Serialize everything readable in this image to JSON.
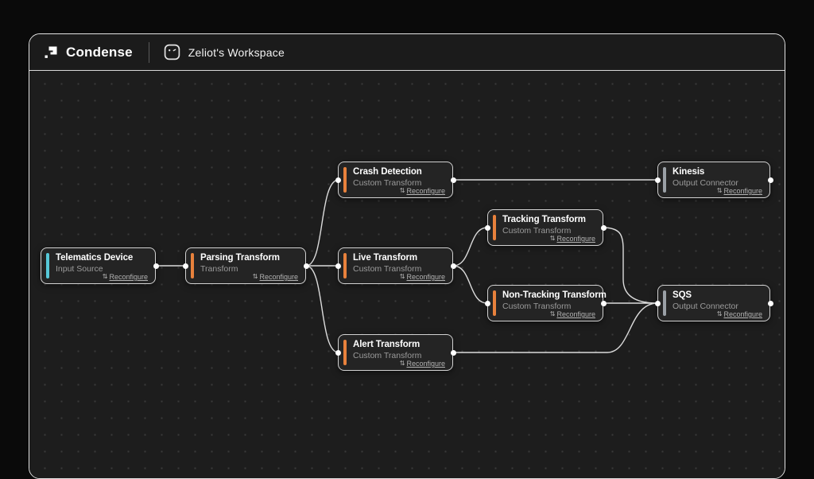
{
  "header": {
    "brand": "Condense",
    "workspace_name": "Zeliot's Workspace"
  },
  "ui": {
    "reconfigure_icon": "⇅",
    "reconfigure_label": "Reconfigure"
  },
  "colors": {
    "accent_input": "#56c8d8",
    "accent_transform": "#e8813c",
    "accent_output": "#9aa0a6",
    "edge": "#dcdcdc",
    "node_border": "#d2d2d2",
    "node_bg": "#242424",
    "canvas_bg": "#1d1d1d"
  },
  "nodes": [
    {
      "id": "telematics-device",
      "title": "Telematics Device",
      "subtitle": "Input Source",
      "category": "input"
    },
    {
      "id": "parsing-transform",
      "title": "Parsing Transform",
      "subtitle": "Transform",
      "category": "transform"
    },
    {
      "id": "crash-detection",
      "title": "Crash Detection",
      "subtitle": "Custom Transform",
      "category": "transform"
    },
    {
      "id": "live-transform",
      "title": "Live Transform",
      "subtitle": "Custom Transform",
      "category": "transform"
    },
    {
      "id": "alert-transform",
      "title": "Alert Transform",
      "subtitle": "Custom Transform",
      "category": "transform"
    },
    {
      "id": "tracking-transform",
      "title": "Tracking Transform",
      "subtitle": "Custom Transform",
      "category": "transform"
    },
    {
      "id": "non-tracking-transform",
      "title": "Non-Tracking Transform",
      "subtitle": "Custom Transform",
      "category": "transform"
    },
    {
      "id": "kinesis",
      "title": "Kinesis",
      "subtitle": "Output Connector",
      "category": "output"
    },
    {
      "id": "sqs",
      "title": "SQS",
      "subtitle": "Output Connector",
      "category": "output"
    }
  ],
  "edges": [
    {
      "from": "telematics-device",
      "to": "parsing-transform"
    },
    {
      "from": "parsing-transform",
      "to": "crash-detection"
    },
    {
      "from": "parsing-transform",
      "to": "live-transform"
    },
    {
      "from": "parsing-transform",
      "to": "alert-transform"
    },
    {
      "from": "live-transform",
      "to": "tracking-transform"
    },
    {
      "from": "live-transform",
      "to": "non-tracking-transform"
    },
    {
      "from": "crash-detection",
      "to": "kinesis"
    },
    {
      "from": "tracking-transform",
      "to": "sqs"
    },
    {
      "from": "non-tracking-transform",
      "to": "sqs"
    },
    {
      "from": "alert-transform",
      "to": "sqs"
    }
  ]
}
